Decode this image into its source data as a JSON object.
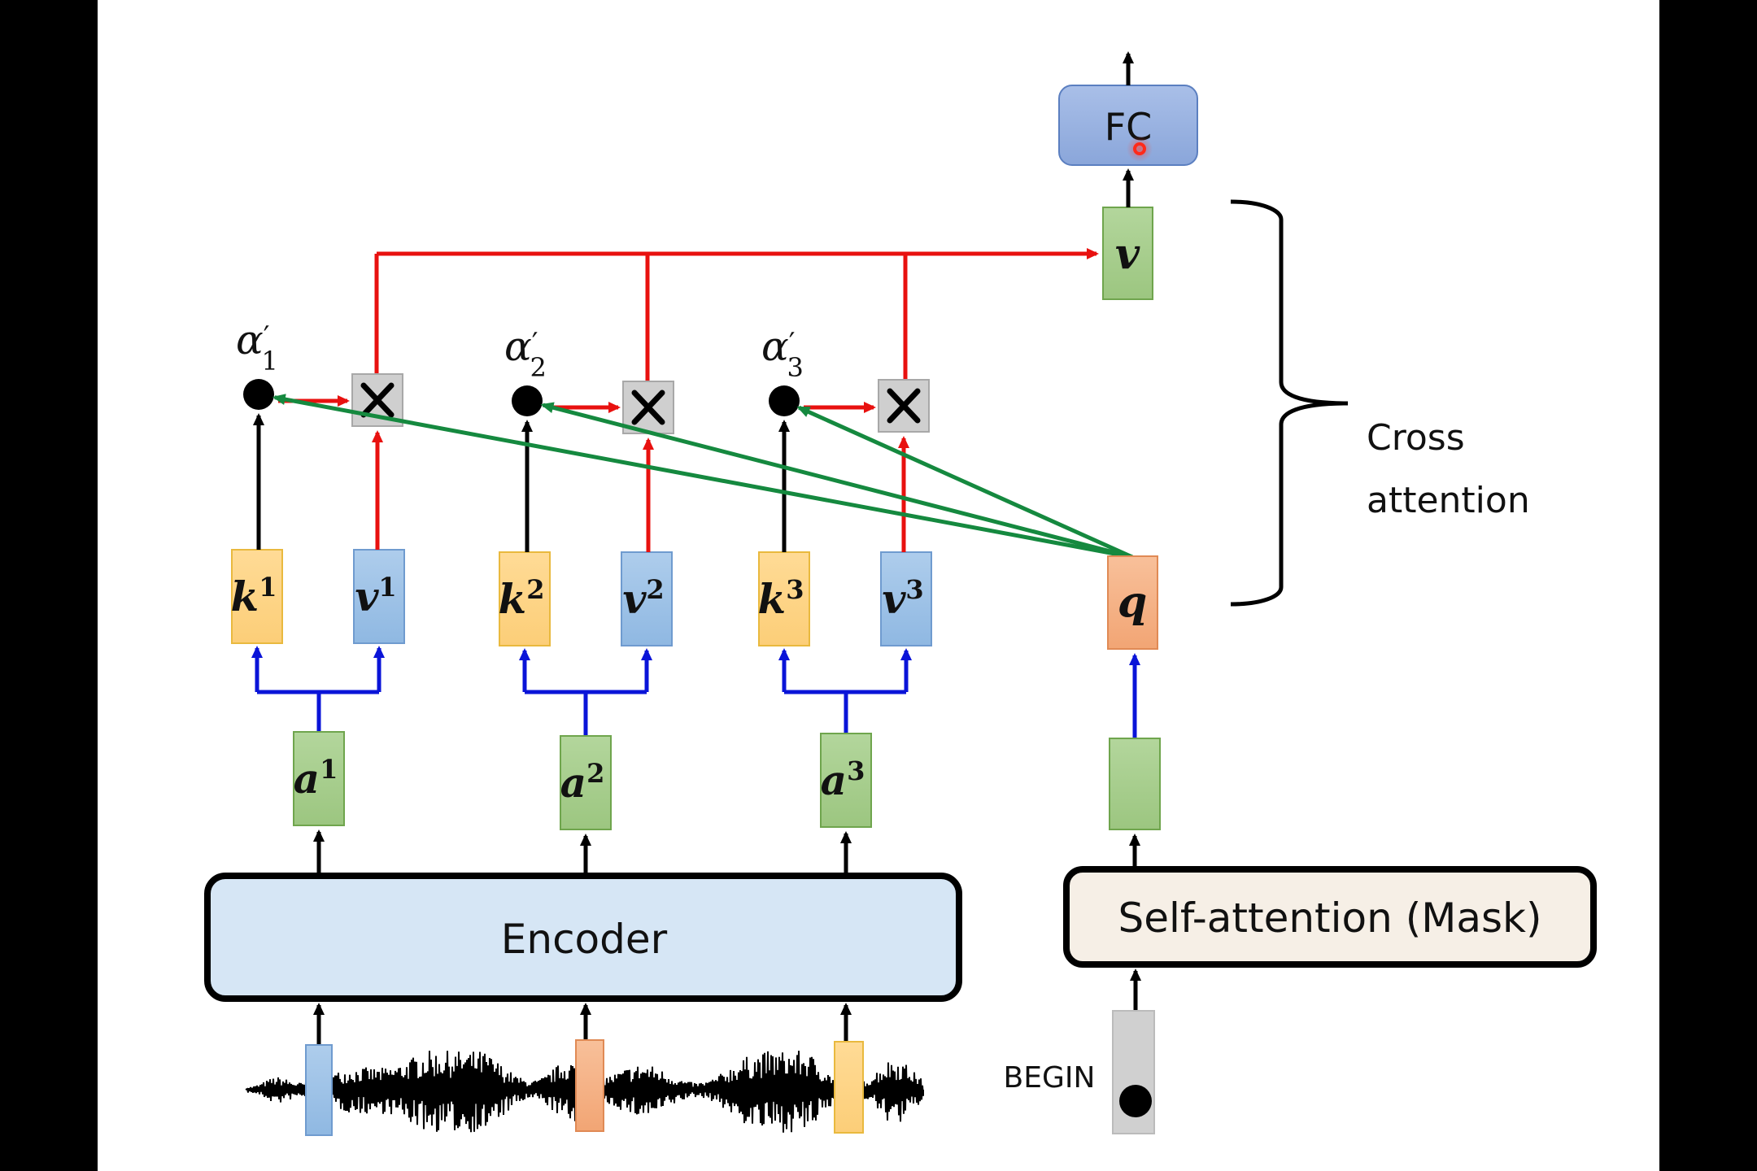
{
  "title": "Cross attention in Transformer decoder",
  "colors": {
    "key": "#FFD68C",
    "key_border": "#E9B93E",
    "value": "#9FC3E7",
    "value_border": "#6F9BCF",
    "hidden": "#A8CF8E",
    "hidden_border": "#6FA54D",
    "query": "#F4B184",
    "query_border": "#E08A55",
    "fc": "#8FAADC",
    "fc_border": "#5B7FC0",
    "multiply_box": "#CFCFCF",
    "red_line": "#E8110F",
    "blue_line": "#0A14D8",
    "green_line": "#15893F",
    "encoder_fill": "#D6E6F5",
    "self_attention_fill": "#F6EFE6",
    "begin_fill": "#D0D0D0",
    "pointer": "#FF2A1A"
  },
  "fc": {
    "label": "FC"
  },
  "output_value": {
    "label": "v"
  },
  "weights": [
    {
      "label": "α",
      "prime": "′",
      "sub": "1"
    },
    {
      "label": "α",
      "prime": "′",
      "sub": "2"
    },
    {
      "label": "α",
      "prime": "′",
      "sub": "3"
    }
  ],
  "multiply_symbol": "×",
  "keys": [
    {
      "base": "k",
      "sup": "1"
    },
    {
      "base": "k",
      "sup": "2"
    },
    {
      "base": "k",
      "sup": "3"
    }
  ],
  "values": [
    {
      "base": "v",
      "sup": "1"
    },
    {
      "base": "v",
      "sup": "2"
    },
    {
      "base": "v",
      "sup": "3"
    }
  ],
  "encoder_outputs": [
    {
      "base": "a",
      "sup": "1"
    },
    {
      "base": "a",
      "sup": "2"
    },
    {
      "base": "a",
      "sup": "3"
    }
  ],
  "query": {
    "label": "q"
  },
  "encoder": {
    "label": "Encoder"
  },
  "self_attention": {
    "label": "Self-attention (Mask)"
  },
  "begin": {
    "label": "BEGIN"
  },
  "brace_label": {
    "line1": "Cross",
    "line2": "attention"
  }
}
